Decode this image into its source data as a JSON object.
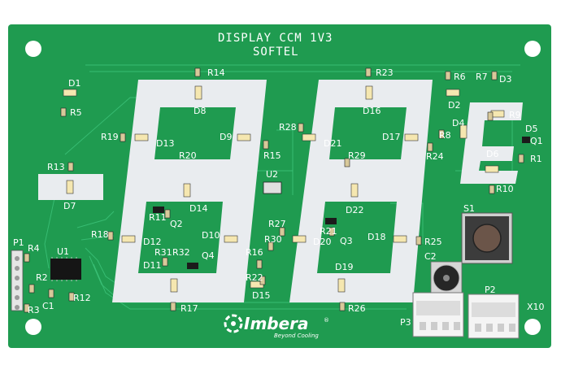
{
  "board": {
    "title_line1": "DISPLAY CCM 1V3",
    "title_line2": "SOFTEL",
    "logo_name": "Imbera",
    "logo_tagline": "Beyond Cooling",
    "logo_mark": "®",
    "colors": {
      "pcb_green": "#1f9b50",
      "segment_white": "#e9ecef",
      "silkscreen": "#ffffff",
      "hole": "#ffffff"
    }
  },
  "labels": [
    {
      "id": "R14",
      "text": "R14"
    },
    {
      "id": "D8",
      "text": "D8"
    },
    {
      "id": "R23",
      "text": "R23"
    },
    {
      "id": "D16",
      "text": "D16"
    },
    {
      "id": "R6",
      "text": "R6"
    },
    {
      "id": "R7",
      "text": "R7"
    },
    {
      "id": "D3",
      "text": "D3"
    },
    {
      "id": "D2",
      "text": "D2"
    },
    {
      "id": "R5",
      "text": "R5"
    },
    {
      "id": "D1",
      "text": "D1"
    },
    {
      "id": "R19",
      "text": "R19"
    },
    {
      "id": "D13",
      "text": "D13"
    },
    {
      "id": "D9",
      "text": "D9"
    },
    {
      "id": "R28",
      "text": "R28"
    },
    {
      "id": "D21",
      "text": "D21"
    },
    {
      "id": "D17",
      "text": "D17"
    },
    {
      "id": "R8",
      "text": "R8"
    },
    {
      "id": "D4",
      "text": "D4"
    },
    {
      "id": "R9",
      "text": "R9"
    },
    {
      "id": "D5",
      "text": "D5"
    },
    {
      "id": "Q1",
      "text": "Q1"
    },
    {
      "id": "R1",
      "text": "R1"
    },
    {
      "id": "D6",
      "text": "D6"
    },
    {
      "id": "R20",
      "text": "R20"
    },
    {
      "id": "R15",
      "text": "R15"
    },
    {
      "id": "R29",
      "text": "R29"
    },
    {
      "id": "R24",
      "text": "R24"
    },
    {
      "id": "R13",
      "text": "R13"
    },
    {
      "id": "U2",
      "text": "U2"
    },
    {
      "id": "R10",
      "text": "R10"
    },
    {
      "id": "D7",
      "text": "D7"
    },
    {
      "id": "D14",
      "text": "D14"
    },
    {
      "id": "D22",
      "text": "D22"
    },
    {
      "id": "S1",
      "text": "S1"
    },
    {
      "id": "R11",
      "text": "R11"
    },
    {
      "id": "Q2",
      "text": "Q2"
    },
    {
      "id": "R27",
      "text": "R27"
    },
    {
      "id": "R21",
      "text": "R21"
    },
    {
      "id": "Q3",
      "text": "Q3"
    },
    {
      "id": "R18",
      "text": "R18"
    },
    {
      "id": "D12",
      "text": "D12"
    },
    {
      "id": "D10",
      "text": "D10"
    },
    {
      "id": "R30",
      "text": "R30"
    },
    {
      "id": "D20",
      "text": "D20"
    },
    {
      "id": "D18",
      "text": "D18"
    },
    {
      "id": "R25",
      "text": "R25"
    },
    {
      "id": "P1",
      "text": "P1"
    },
    {
      "id": "R4",
      "text": "R4"
    },
    {
      "id": "U1",
      "text": "U1"
    },
    {
      "id": "R31",
      "text": "R31"
    },
    {
      "id": "R32",
      "text": "R32"
    },
    {
      "id": "Q4",
      "text": "Q4"
    },
    {
      "id": "R16",
      "text": "R16"
    },
    {
      "id": "C2",
      "text": "C2"
    },
    {
      "id": "D11",
      "text": "D11"
    },
    {
      "id": "D19",
      "text": "D19"
    },
    {
      "id": "R2",
      "text": "R2"
    },
    {
      "id": "R22",
      "text": "R22"
    },
    {
      "id": "D15",
      "text": "D15"
    },
    {
      "id": "P2",
      "text": "P2"
    },
    {
      "id": "R12",
      "text": "R12"
    },
    {
      "id": "R3",
      "text": "R3"
    },
    {
      "id": "C1",
      "text": "C1"
    },
    {
      "id": "R17",
      "text": "R17"
    },
    {
      "id": "R26",
      "text": "R26"
    },
    {
      "id": "P3",
      "text": "P3"
    },
    {
      "id": "X10",
      "text": "X10"
    }
  ]
}
